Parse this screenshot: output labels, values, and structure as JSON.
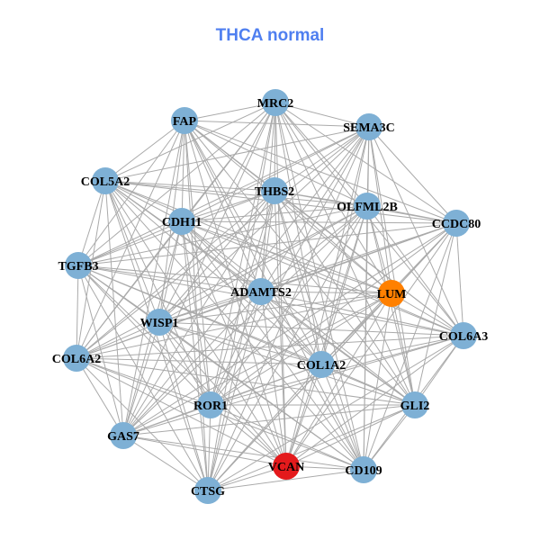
{
  "title": "THCA normal",
  "colors": {
    "default_node": "#7eb0d5",
    "edge": "#aaaaaa"
  },
  "edge_mode": "all-pairs",
  "nodes": [
    {
      "id": "MRC2",
      "color": "#7eb0d5"
    },
    {
      "id": "FAP",
      "color": "#7eb0d5"
    },
    {
      "id": "SEMA3C",
      "color": "#7eb0d5"
    },
    {
      "id": "COL5A2",
      "color": "#7eb0d5"
    },
    {
      "id": "THBS2",
      "color": "#7eb0d5"
    },
    {
      "id": "OLFML2B",
      "color": "#7eb0d5"
    },
    {
      "id": "CCDC80",
      "color": "#7eb0d5"
    },
    {
      "id": "CDH11",
      "color": "#7eb0d5"
    },
    {
      "id": "TGFB3",
      "color": "#7eb0d5"
    },
    {
      "id": "ADAMTS2",
      "color": "#7eb0d5"
    },
    {
      "id": "LUM",
      "color": "#ff8000"
    },
    {
      "id": "WISP1",
      "color": "#7eb0d5"
    },
    {
      "id": "COL6A3",
      "color": "#7eb0d5"
    },
    {
      "id": "COL6A2",
      "color": "#7eb0d5"
    },
    {
      "id": "COL1A2",
      "color": "#7eb0d5"
    },
    {
      "id": "ROR1",
      "color": "#7eb0d5"
    },
    {
      "id": "GLI2",
      "color": "#7eb0d5"
    },
    {
      "id": "GAS7",
      "color": "#7eb0d5"
    },
    {
      "id": "VCAN",
      "color": "#e41a1c"
    },
    {
      "id": "CD109",
      "color": "#7eb0d5"
    },
    {
      "id": "CTSG",
      "color": "#7eb0d5"
    }
  ]
}
